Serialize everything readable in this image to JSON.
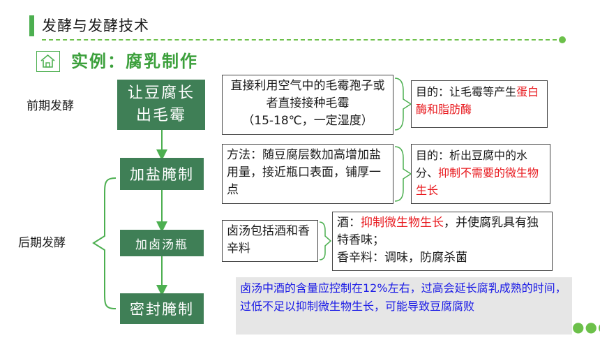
{
  "header": {
    "title": "发酵与发酵技术"
  },
  "section": {
    "title": "实例：腐乳制作"
  },
  "stages": {
    "early": "前期发酵",
    "late": "后期发酵"
  },
  "steps": {
    "s1": "让豆腐长出毛霉",
    "s2": "加盐腌制",
    "s3": "加卤汤瓶",
    "s4": "密封腌制"
  },
  "methods": {
    "m1": {
      "text": "直接利用空气中的毛霉孢子或者直接接种毛霉",
      "cond": "（15-18℃，一定湿度）"
    },
    "m2": "方法：随豆腐层数加高增加盐用量，接近瓶口表面，铺厚一点",
    "m3": "卤汤包括酒和香辛料"
  },
  "purposes": {
    "p1": {
      "prefix": "目的：让毛霉等产生",
      "highlight": "蛋白酶和脂肪酶"
    },
    "p2": {
      "prefix": "目的：析出豆腐中的水分、",
      "highlight": "抑制不需要的微生物生长"
    },
    "p3": {
      "wine_label": "酒：",
      "wine_highlight": "抑制微生物生长",
      "wine_rest": "，并使腐乳具有独特香味；",
      "spice": "香辛料：调味，防腐杀菌"
    }
  },
  "note": "卤汤中酒的含量应控制在12%左右，过高会延长腐乳成熟的时间，过低不足以抑制微生物生长，可能导致豆腐腐败",
  "dots": "●●●",
  "colors": {
    "accent": "#4caf50",
    "step_bg": "#3f7f56",
    "highlight": "#e8191e",
    "note_text": "#1a1ae6"
  },
  "icons": {
    "section": "home-icon"
  }
}
